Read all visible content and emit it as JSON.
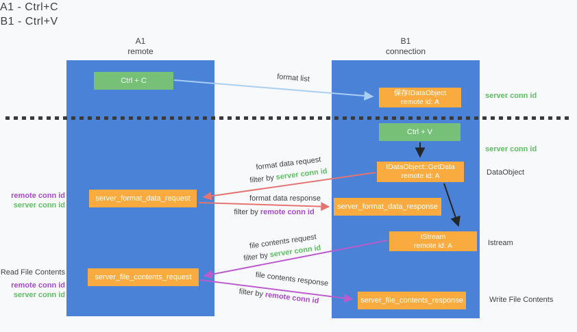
{
  "colors": {
    "page_bg": "#f8f9fa",
    "column_blue": "#4a82d8",
    "box_green": "#76c177",
    "box_orange": "#f9ab40",
    "text_dark": "#3d4043",
    "text_green": "#5cbf60",
    "text_purple": "#ab47cf",
    "arrow_lightblue": "#a9cff2",
    "arrow_red": "#e57370",
    "arrow_magenta": "#bb5bcd",
    "arrow_black": "#262626",
    "dash_dark": "#3a3a3a"
  },
  "title": {
    "line1": "A1 - Ctrl+C",
    "line2": "B1 - Ctrl+V"
  },
  "columns": {
    "left": {
      "name": "A1",
      "role": "remote"
    },
    "right": {
      "name": "B1",
      "role": "connection"
    }
  },
  "nodes": {
    "ctrl_c": "Ctrl + C",
    "ctrl_v": "Ctrl + V",
    "save_dataobject_line1": "保存IDataObject",
    "save_dataobject_line2": "remote id: A",
    "getdata_line1": "IDataObject::GetData",
    "getdata_line2": "remote id: A",
    "istream_line1": "IStream",
    "istream_line2": "remote id: A",
    "format_request": "server_format_data_request",
    "format_response": "server_format_data_response",
    "file_request": "server_file_contents_request",
    "file_response": "server_file_contents_response"
  },
  "arrow_labels": {
    "format_list": "format list",
    "format_data_request": "format data request",
    "format_data_response": "format data response",
    "file_contents_request": "file contents request",
    "file_contents_response": "file contents response",
    "filter_by": "filter by ",
    "server_conn_id": "server conn id",
    "remote_conn_id": "remote conn id"
  },
  "left_labels": {
    "remote_conn_id_1": "remote conn id",
    "server_conn_id_1": "server conn id",
    "read_file_contents": "Read File Contents",
    "remote_conn_id_2": "remote conn id",
    "server_conn_id_2": "server conn id"
  },
  "right_labels": {
    "server_conn_id_1": "server conn id",
    "server_conn_id_2": "server conn id",
    "dataobject": "DataObject",
    "istream": "Istream",
    "write_file_contents": "Write File Contents"
  }
}
